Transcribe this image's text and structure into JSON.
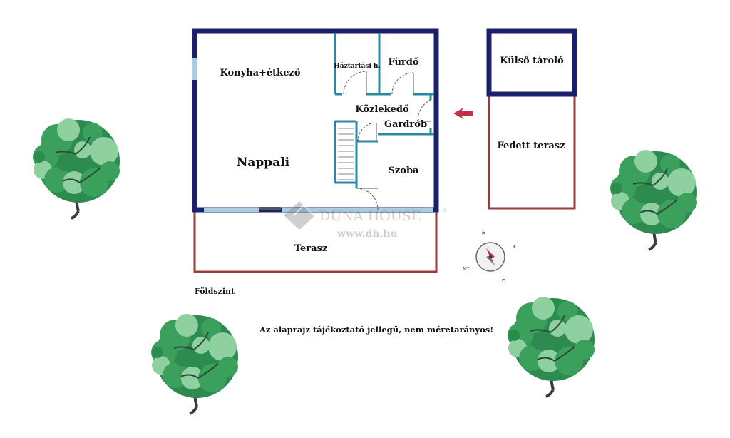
{
  "rooms": {
    "konyha": "Konyha+étkező",
    "haztartasi": "Háztartási h.",
    "furdo": "Fürdő",
    "kozlekedo": "Közlekedő",
    "gardrob": "Gardrób",
    "nappali": "Nappali",
    "szoba": "Szoba",
    "terasz": "Terasz",
    "kulso_tarolo": "Külső tároló",
    "fedett_terasz": "Fedett terasz"
  },
  "floor_label": "Földszint",
  "disclaimer": "Az alaprajz tájékoztató jellegű, nem méretarányos!",
  "watermark": {
    "brand": "DUNA HOUSE",
    "registered": "®",
    "url": "www.dh.hu"
  },
  "compass": {
    "north": "É",
    "east": "K",
    "south": "D",
    "west": "NY"
  },
  "colors": {
    "wall": "#1a1f6e",
    "inner_wall": "#2a8aa0",
    "terrace_line": "#9a3a3a",
    "window": "#a9cde0",
    "arrow": "#c0304a",
    "tree_dark": "#2e8b4f",
    "tree_light": "#8fd0a0",
    "trunk": "#3a3a3a"
  }
}
